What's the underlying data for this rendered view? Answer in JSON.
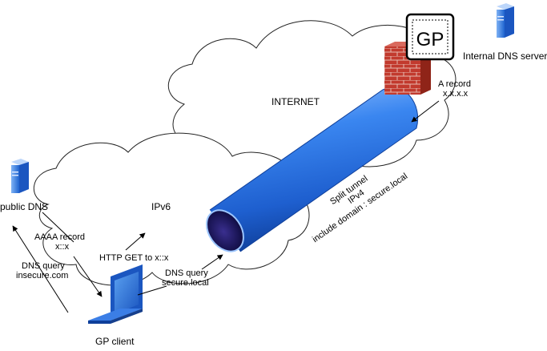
{
  "labels": {
    "internet": "INTERNET",
    "ipv6": "IPv6",
    "internal_dns": "Internal DNS server",
    "public_dns": "public DNS",
    "gp_client": "GP client",
    "gp_badge": "GP",
    "a_record_line1": "A record",
    "a_record_line2": "x.x.x.x",
    "aaaa_line1": "AAAA record",
    "aaaa_line2": "x::x",
    "dns_query_insecure_line1": "DNS query",
    "dns_query_insecure_line2": "insecure.com",
    "http_get": "HTTP GET to x::x",
    "dns_query_secure_line1": "DNS query",
    "dns_query_secure_line2": "secure.local",
    "split_line1": "Split tunnel",
    "split_line2": "IPv4",
    "split_line3": "include domain : secure.local"
  },
  "colors": {
    "tunnel": "#2F78E0",
    "server": "#4A8FE0",
    "firewall": "#C0392B",
    "laptop": "#2C72D6"
  },
  "icons": [
    "server-icon",
    "firewall-icon",
    "laptop-icon",
    "tunnel-pipe"
  ]
}
